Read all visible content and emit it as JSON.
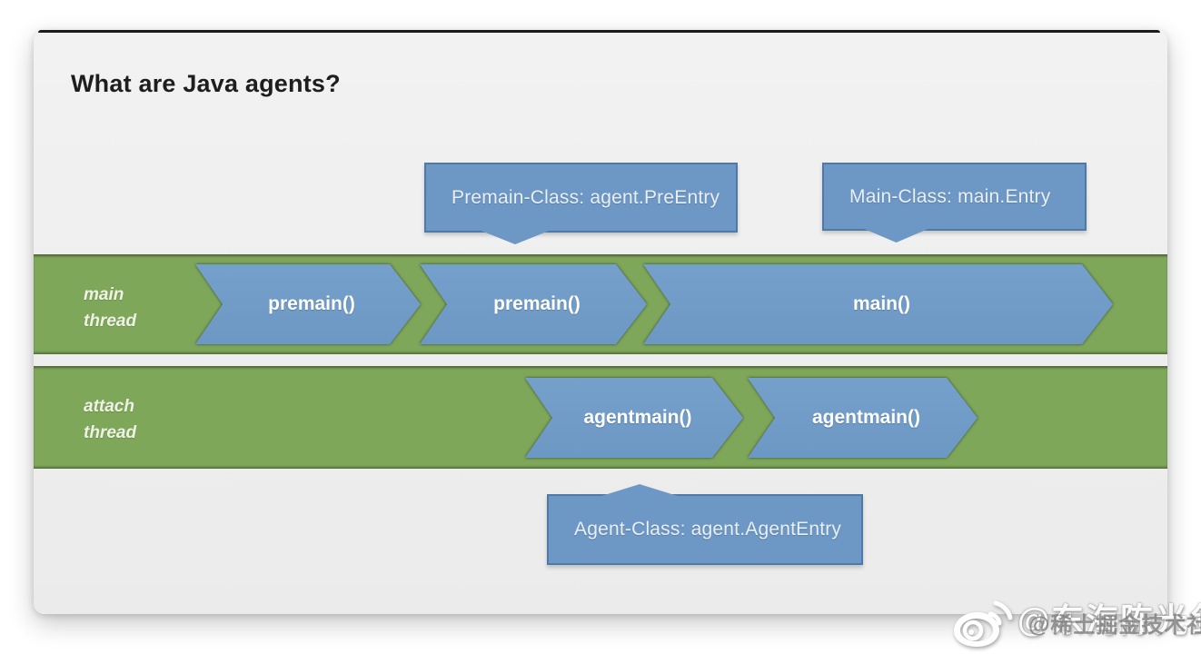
{
  "slide": {
    "title": "What are Java agents?",
    "callouts": {
      "premain": "Premain-Class: agent.PreEntry",
      "main": "Main-Class: main.Entry",
      "agent": "Agent-Class: agent.AgentEntry"
    },
    "threads": {
      "main": {
        "label_line1": "main",
        "label_line2": "thread",
        "arrows": [
          "premain()",
          "premain()",
          "main()"
        ]
      },
      "attach": {
        "label_line1": "attach",
        "label_line2": "thread",
        "arrows": [
          "agentmain()",
          "agentmain()"
        ]
      }
    },
    "colors": {
      "band_green": "#7fa75a",
      "arrow_blue": "#6f9bc7",
      "callout_blue": "#6d98c5",
      "slide_background": "#efefef"
    }
  },
  "watermark": {
    "icon": "weibo-icon",
    "weibo_handle": "@东海陈光剑",
    "juejin_handle": "@稀土掘金技术社区"
  }
}
